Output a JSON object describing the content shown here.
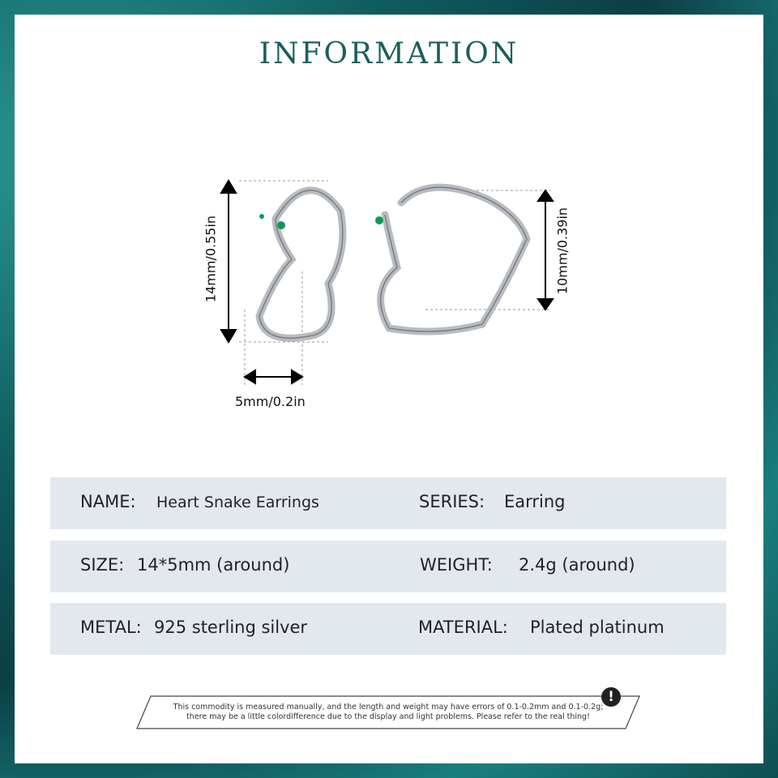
{
  "title": "INFORMATION",
  "dimensions": {
    "height": "14mm/0.55in",
    "width": "5mm/0.2in",
    "inner_height": "10mm/0.39in"
  },
  "specs": [
    {
      "left_label": "NAME:",
      "left_value": "Heart Snake Earrings",
      "right_label": "SERIES:",
      "right_value": "Earring"
    },
    {
      "left_label": "SIZE:",
      "left_value": "14*5mm (around)",
      "right_label": "WEIGHT:",
      "right_value": "2.4g (around)"
    },
    {
      "left_label": "METAL:",
      "left_value": "925 sterling silver",
      "right_label": "MATERIAL:",
      "right_value": "Plated platinum"
    }
  ],
  "notice": {
    "line1": "This commodity is measured manually, and the length and weight may have errors of 0.1-0.2mm and 0.1-0.2g;",
    "line2": "there may be a little colordifference due to the display and light problems. Please refer to the real thing!",
    "icon": "exclamation-icon"
  },
  "colors": {
    "frame": "#0f5c5e",
    "title": "#1a5e5c",
    "row_bg": "#e3e8ef",
    "gem": "#0a9a5a"
  }
}
